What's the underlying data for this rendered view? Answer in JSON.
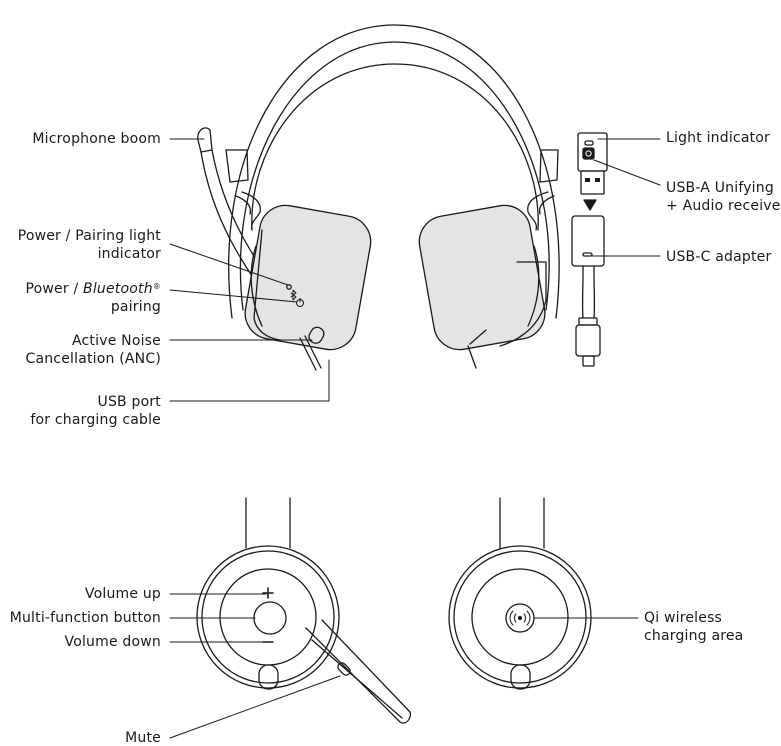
{
  "labels": {
    "microphone_boom": "Microphone boom",
    "power_pairing_light": [
      "Power / Pairing light",
      "indicator"
    ],
    "power_bt": {
      "prefix": "Power / ",
      "italic": "Bluetooth",
      "reg": "®",
      "line2": "pairing"
    },
    "anc": [
      "Active Noise",
      "Cancellation (ANC)"
    ],
    "usb_port": [
      "USB port",
      "for  charging cable"
    ],
    "light_indicator": "Light indicator",
    "usb_a_receiver": [
      "USB-A Unifying",
      "+ Audio receiver"
    ],
    "usb_c_adapter": "USB-C adapter",
    "volume_up": "Volume up",
    "multi_function": "Multi-function button",
    "volume_down": "Volume down",
    "mute": "Mute",
    "qi_charging": [
      "Qi wireless",
      "charging area"
    ]
  },
  "icons": {
    "bluetooth": "bluetooth-icon",
    "power": "power-icon",
    "qi": "wireless-charging-icon"
  },
  "colors": {
    "line": "#1a1a1a",
    "ear_fill": "#e4e4e4",
    "background": "#ffffff"
  }
}
